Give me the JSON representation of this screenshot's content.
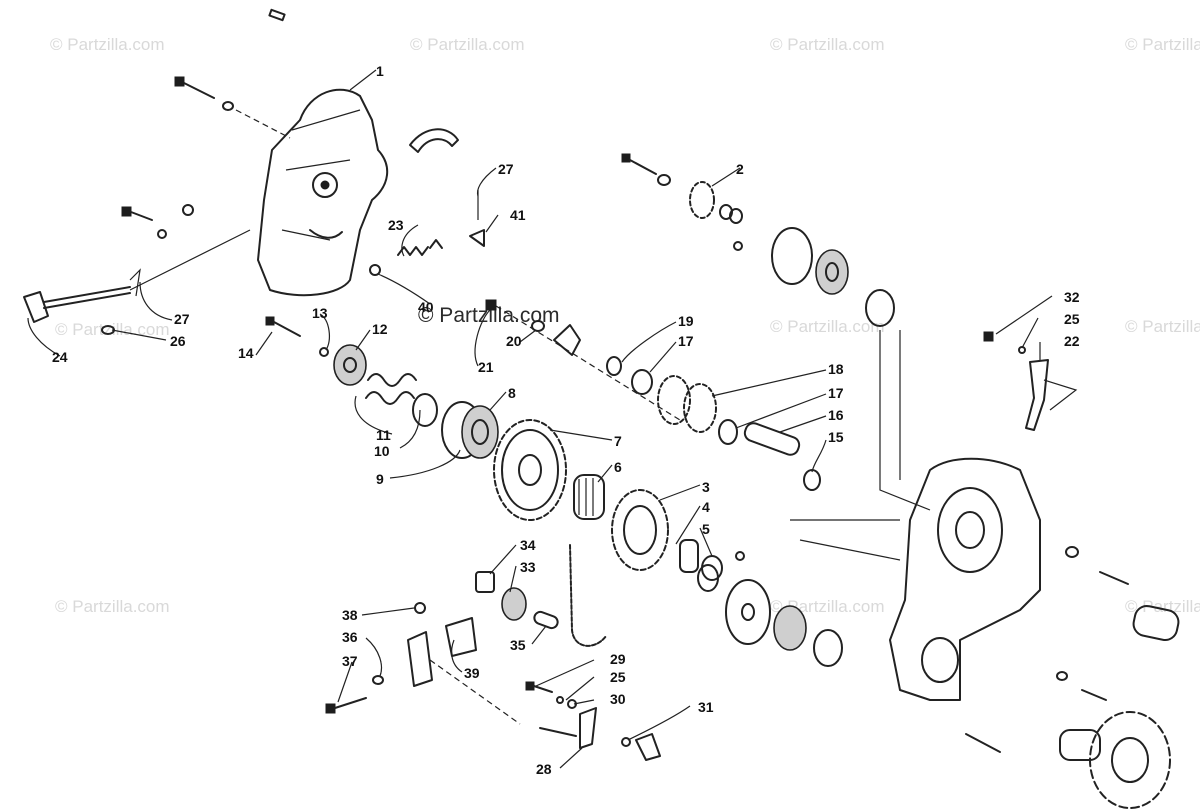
{
  "diagram": {
    "watermark_text": "© Partzilla.com",
    "watermark_text_center": "© Partzilla.com",
    "callouts": [
      "1",
      "2",
      "3",
      "4",
      "5",
      "6",
      "7",
      "8",
      "9",
      "10",
      "11",
      "12",
      "13",
      "14",
      "15",
      "16",
      "17",
      "17",
      "18",
      "19",
      "20",
      "21",
      "22",
      "23",
      "24",
      "25",
      "25",
      "26",
      "27",
      "27",
      "28",
      "29",
      "30",
      "31",
      "32",
      "33",
      "34",
      "35",
      "36",
      "37",
      "38",
      "39",
      "40",
      "41"
    ]
  }
}
